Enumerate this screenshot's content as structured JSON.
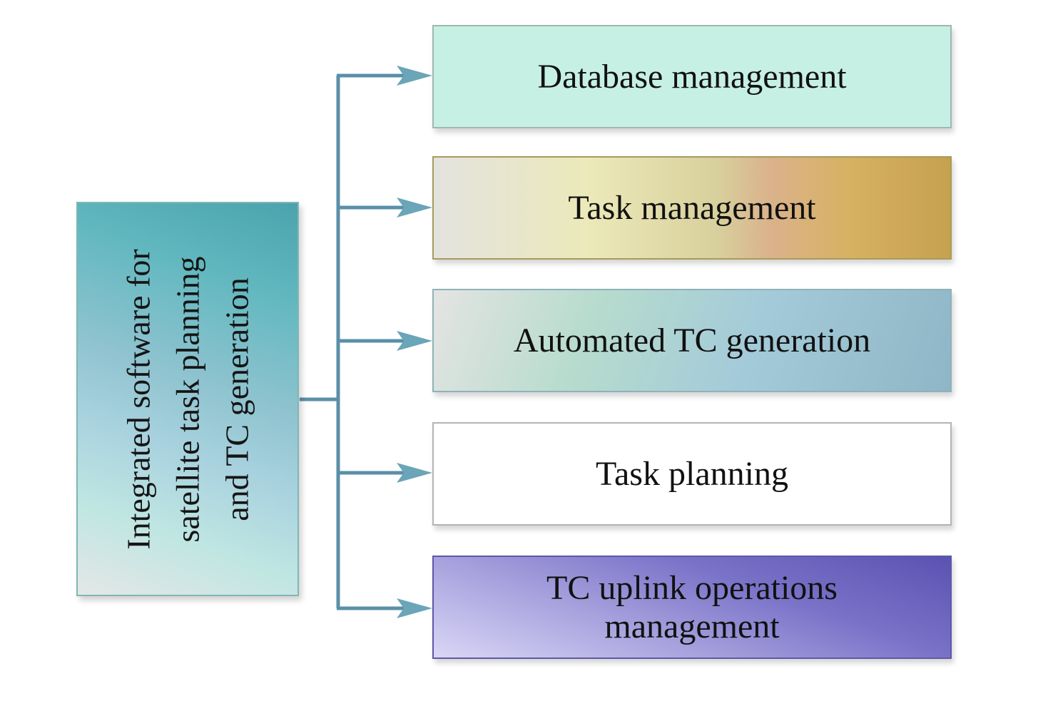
{
  "diagram": {
    "root": {
      "lines": [
        "Integrated software for",
        "satellite task planning",
        "and TC generation"
      ]
    },
    "children": [
      {
        "label": "Database management"
      },
      {
        "label": "Task management"
      },
      {
        "label": "Automated TC generation"
      },
      {
        "label": "Task planning"
      },
      {
        "label": "TC uplink operations management"
      }
    ],
    "colors": {
      "connector": "#5a8fa8",
      "arrowhead": "#6aa5b8"
    }
  }
}
